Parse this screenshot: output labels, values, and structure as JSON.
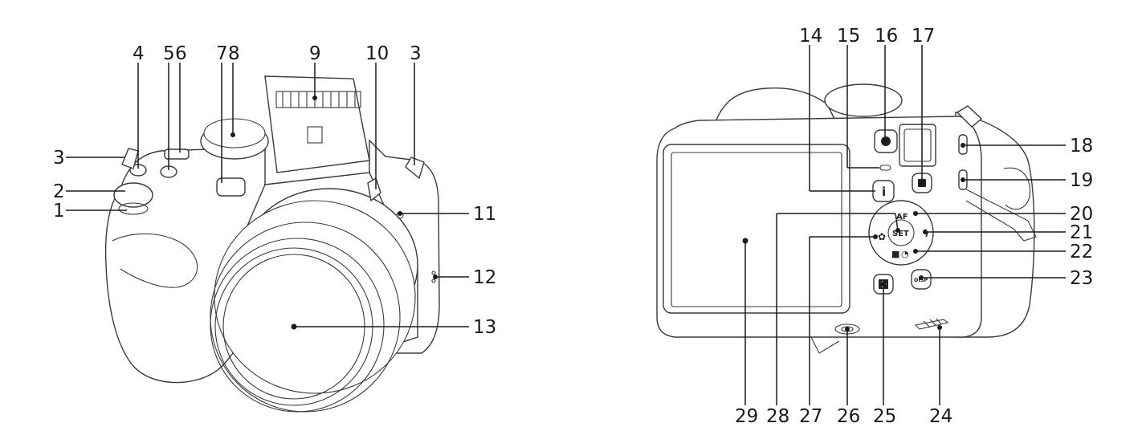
{
  "front_view": {
    "callouts": [
      {
        "id": "1",
        "label": "1"
      },
      {
        "id": "2",
        "label": "2"
      },
      {
        "id": "3L",
        "label": "3"
      },
      {
        "id": "4",
        "label": "4"
      },
      {
        "id": "5",
        "label": "5"
      },
      {
        "id": "6",
        "label": "6"
      },
      {
        "id": "7",
        "label": "7"
      },
      {
        "id": "8",
        "label": "8"
      },
      {
        "id": "9",
        "label": "9"
      },
      {
        "id": "10",
        "label": "10"
      },
      {
        "id": "3R",
        "label": "3"
      },
      {
        "id": "11",
        "label": "11"
      },
      {
        "id": "12",
        "label": "12"
      },
      {
        "id": "13",
        "label": "13"
      }
    ]
  },
  "back_view": {
    "callouts": [
      {
        "id": "14",
        "label": "14"
      },
      {
        "id": "15",
        "label": "15"
      },
      {
        "id": "16",
        "label": "16"
      },
      {
        "id": "17",
        "label": "17"
      },
      {
        "id": "18",
        "label": "18"
      },
      {
        "id": "19",
        "label": "19"
      },
      {
        "id": "20",
        "label": "20"
      },
      {
        "id": "21",
        "label": "21"
      },
      {
        "id": "22",
        "label": "22"
      },
      {
        "id": "23",
        "label": "23"
      },
      {
        "id": "24",
        "label": "24"
      },
      {
        "id": "25",
        "label": "25"
      },
      {
        "id": "26",
        "label": "26"
      },
      {
        "id": "27",
        "label": "27"
      },
      {
        "id": "28",
        "label": "28"
      },
      {
        "id": "29",
        "label": "29"
      }
    ],
    "button_text": {
      "info": "i",
      "set": "SET",
      "af": "AF",
      "disp": "DISP"
    }
  }
}
